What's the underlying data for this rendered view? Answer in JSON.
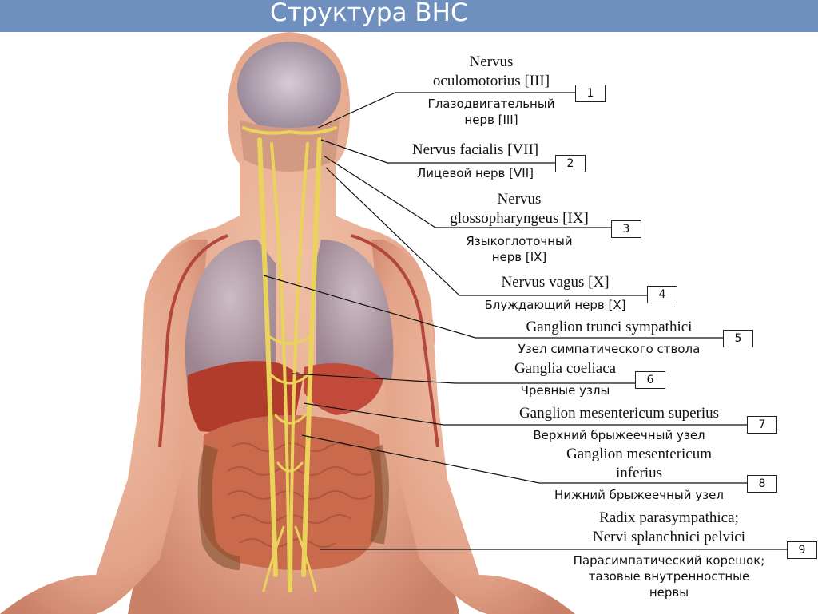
{
  "title": "Структура ВНС",
  "labels": [
    {
      "num": "1",
      "latin": [
        "Nervus",
        "oculomotorius [III]"
      ],
      "russian": [
        "Глазодвигательный",
        "нерв [III]"
      ]
    },
    {
      "num": "2",
      "latin": [
        "Nervus facialis [VII]"
      ],
      "russian": [
        "Лицевой нерв [VII]"
      ]
    },
    {
      "num": "3",
      "latin": [
        "Nervus",
        "glossopharyngeus [IX]"
      ],
      "russian": [
        "Языкоглоточный",
        "нерв [IX]"
      ]
    },
    {
      "num": "4",
      "latin": [
        "Nervus vagus [X]"
      ],
      "russian": [
        "Блуждающий нерв [X]"
      ]
    },
    {
      "num": "5",
      "latin": [
        "Ganglion trunci sympathici"
      ],
      "russian": [
        "Узел симпатического ствола"
      ]
    },
    {
      "num": "6",
      "latin": [
        "Ganglia coeliaca"
      ],
      "russian": [
        "Чревные узлы"
      ]
    },
    {
      "num": "7",
      "latin": [
        "Ganglion mesentericum superius"
      ],
      "russian": [
        "Верхний брыжеечный узел"
      ]
    },
    {
      "num": "8",
      "latin": [
        "Ganglion mesentericum",
        "inferius"
      ],
      "russian": [
        "Нижний брыжеечный узел"
      ]
    },
    {
      "num": "9",
      "latin": [
        "Radix parasympathica;",
        "Nervi splanchnici pelvici"
      ],
      "russian": [
        "Парасимпатический корешок;",
        "тазовые внутренностные",
        "нервы"
      ]
    }
  ],
  "colors": {
    "header": "#6f8fbf",
    "skin": "#e2a287",
    "nerve": "#ead35a",
    "lung": "#b9a3ad",
    "liver": "#b23c2c",
    "intestine": "#c96a4d"
  }
}
